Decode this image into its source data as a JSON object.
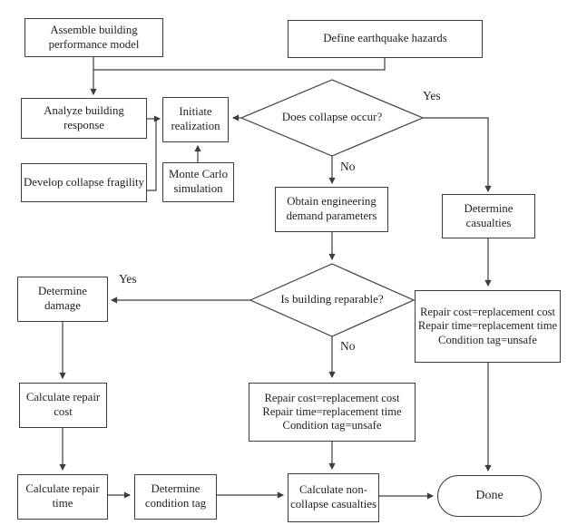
{
  "diagram": {
    "type": "flowchart",
    "background": "#ffffff",
    "line_color": "#3d3d3d",
    "text_color": "#1f1f1f",
    "nodes": {
      "assemble": {
        "label": "Assemble building performance model"
      },
      "define_hazards": {
        "label": "Define earthquake hazards"
      },
      "analyze_response": {
        "label": "Analyze building response"
      },
      "initiate_realization": {
        "label": "Initiate realization"
      },
      "develop_fragility": {
        "label": "Develop collapse fragility"
      },
      "monte_carlo": {
        "label": "Monte Carlo simulation"
      },
      "collapse_decision": {
        "label": "Does collapse occur?"
      },
      "obtain_edp": {
        "label": "Obtain engineering demand parameters"
      },
      "determine_casualties": {
        "label": "Determine casualties"
      },
      "reparable_decision": {
        "label": "Is building reparable?"
      },
      "determine_damage": {
        "label": "Determine damage"
      },
      "collapse_consequences": {
        "lines": [
          "Repair cost=replacement cost",
          "Repair time=replacement time",
          "Condition tag=unsafe"
        ]
      },
      "irreparable_consequences": {
        "lines": [
          "Repair cost=replacement cost",
          "Repair time=replacement time",
          "Condition tag=unsafe"
        ]
      },
      "calc_repair_cost": {
        "label": "Calculate repair cost"
      },
      "calc_repair_time": {
        "label": "Calculate repair time"
      },
      "determine_condition_tag": {
        "label": "Determine condition tag"
      },
      "calc_noncollapse_casualties": {
        "label": "Calculate non-collapse casualties"
      },
      "done": {
        "label": "Done"
      }
    },
    "edge_labels": {
      "collapse_yes": "Yes",
      "collapse_no": "No",
      "reparable_yes": "Yes",
      "reparable_no": "No"
    }
  }
}
